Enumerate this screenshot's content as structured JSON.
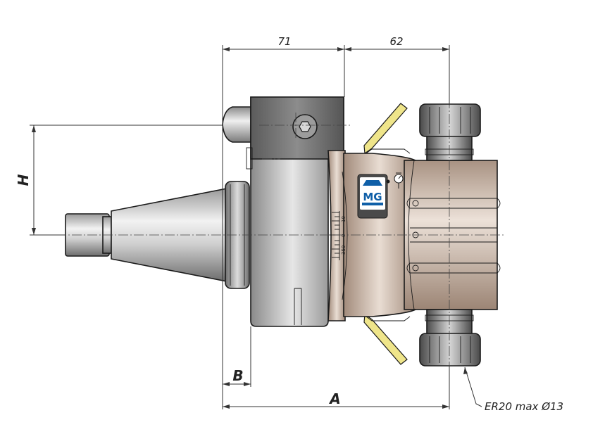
{
  "dimensions": {
    "top_left": "71",
    "top_right": "62",
    "height_label": "H",
    "b_label": "B",
    "a_label": "A",
    "collet_note": "ER20 max Ø13"
  },
  "scale": {
    "ticks": [
      "10",
      "0",
      "350"
    ]
  },
  "logo": {
    "text": "MG"
  },
  "colors": {
    "housing_dark": "#6f6f6f",
    "body_bronze": "#c9b5a6",
    "coolant_yellow": "#efe58a",
    "logo_blue": "#0f5fa8"
  }
}
